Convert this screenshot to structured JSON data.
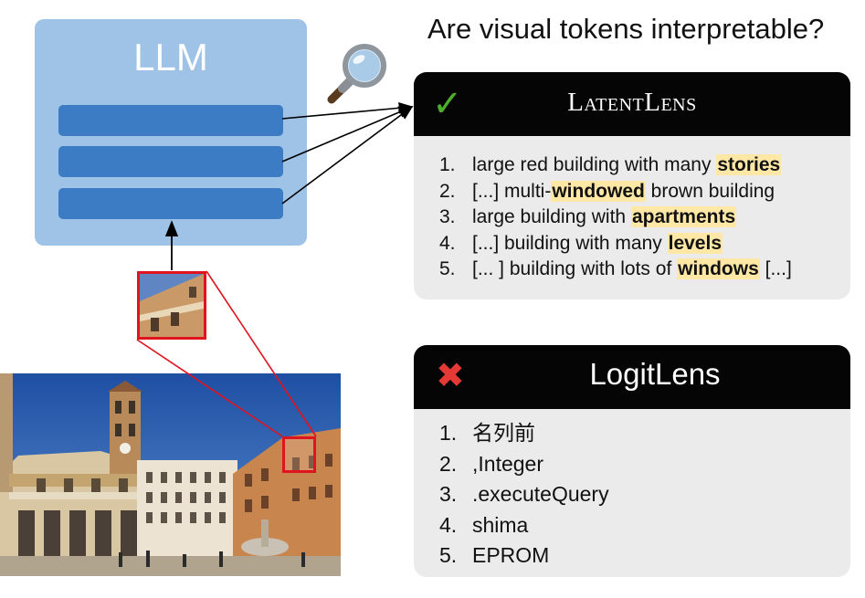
{
  "question": "Are visual tokens interpretable?",
  "llm": {
    "title": "LLM",
    "token_count": 3
  },
  "latent_lens": {
    "status_icon": "check-icon",
    "title": "LatentLens",
    "items": [
      {
        "num": "1.",
        "before": "large red building with many ",
        "highlight": "stories",
        "after": ""
      },
      {
        "num": "2.",
        "before": "[...] multi-",
        "highlight": "windowed",
        "after": " brown building"
      },
      {
        "num": "3.",
        "before": "large building with ",
        "highlight": "apartments",
        "after": ""
      },
      {
        "num": "4.",
        "before": "[...] building with many ",
        "highlight": "levels",
        "after": ""
      },
      {
        "num": "5.",
        "before": "[... ] building with lots of ",
        "highlight": "windows",
        "after": " [...]"
      }
    ],
    "highlight_color": "#ffe8a6"
  },
  "logit_lens": {
    "status_icon": "cross-icon",
    "title": "LogitLens",
    "items": [
      {
        "num": "1.",
        "text": "名列前"
      },
      {
        "num": "2.",
        "text": ",Integer"
      },
      {
        "num": "3.",
        "text": ".executeQuery"
      },
      {
        "num": "4.",
        "text": "shima"
      },
      {
        "num": "5.",
        "text": "EPROM"
      }
    ]
  },
  "colors": {
    "llm_box": "#9fc3e7",
    "token_bar": "#3b7cc4",
    "card_header": "#050505",
    "card_body": "#ebebeb",
    "patch_border": "#e0141e",
    "check": "#4caf2e",
    "cross": "#e53935"
  }
}
